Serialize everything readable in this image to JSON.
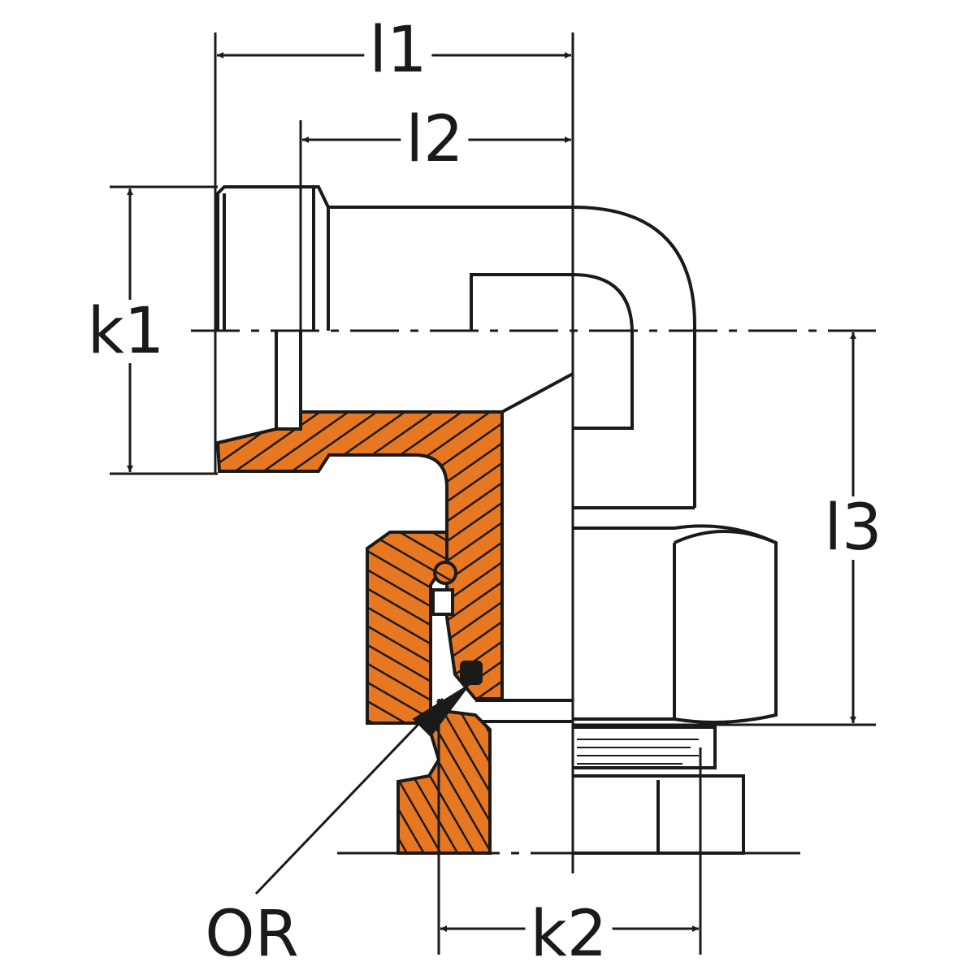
{
  "labels": {
    "l1": "l1",
    "l2": "l2",
    "k1": "k1",
    "l3": "l3",
    "k2": "k2",
    "or": "OR"
  },
  "colors": {
    "section": "#e87722",
    "line": "#1a1a1a",
    "background": "#ffffff"
  }
}
